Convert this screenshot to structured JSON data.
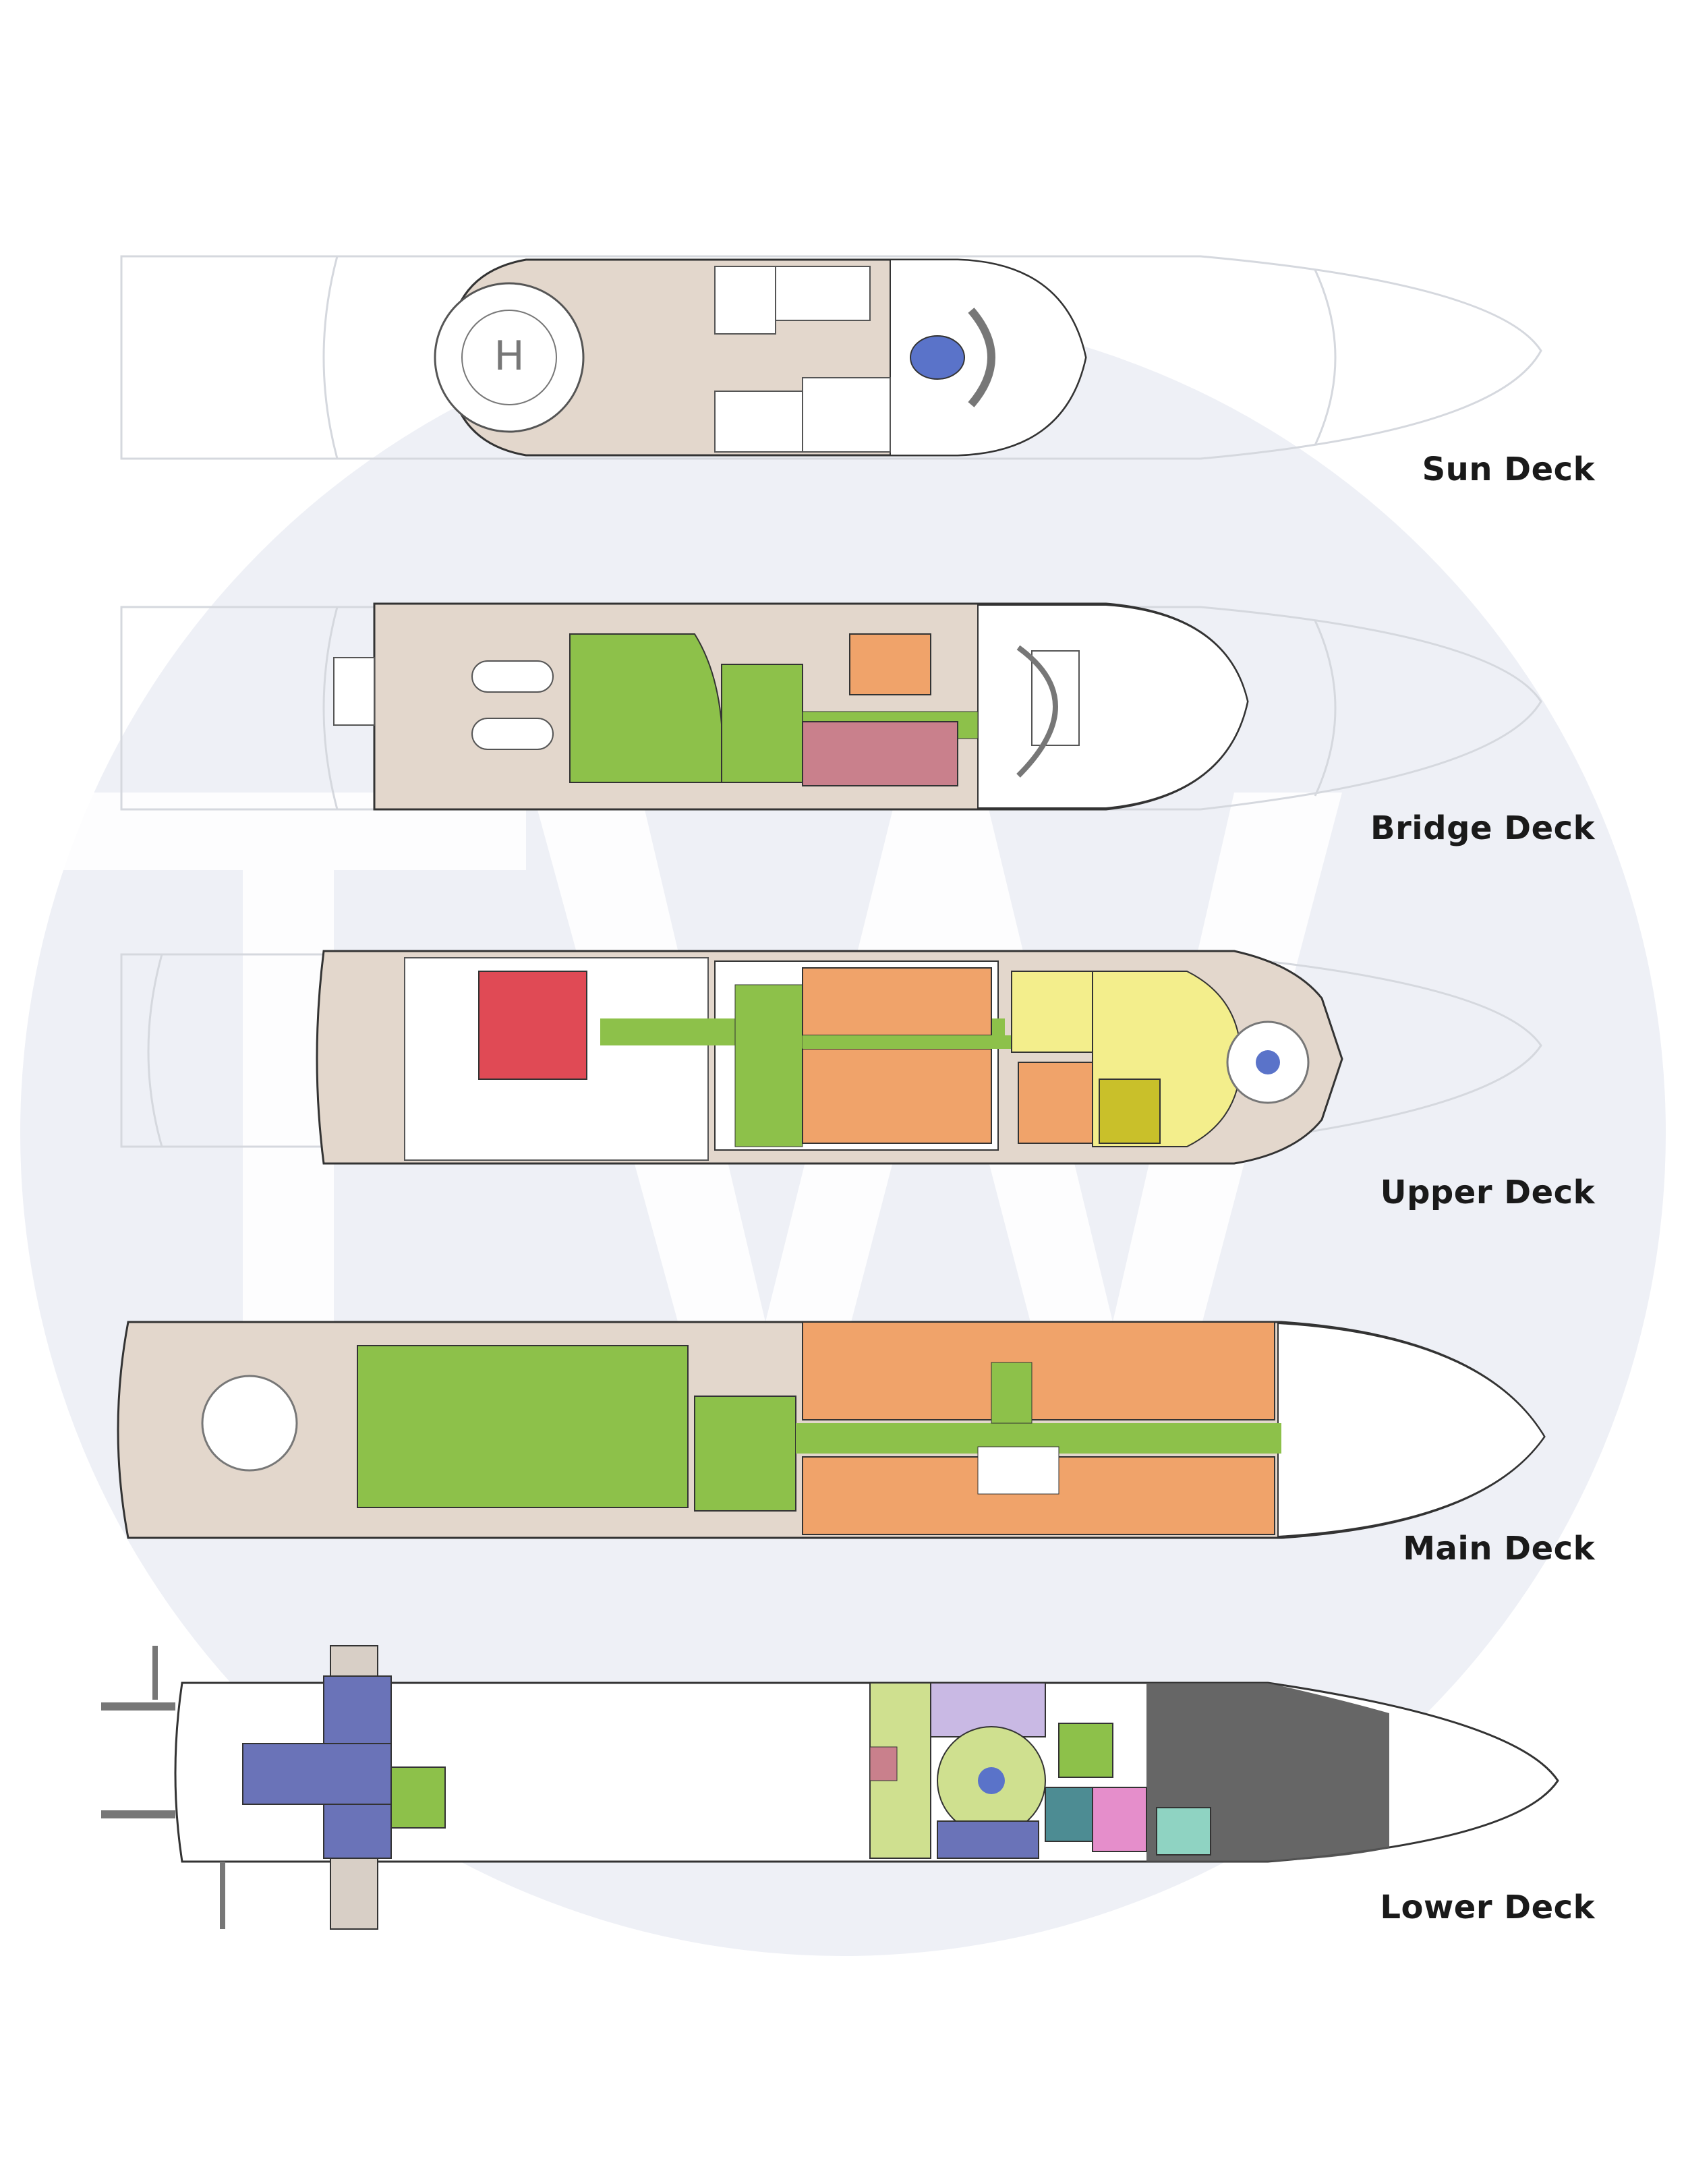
{
  "decks": [
    {
      "id": "sun",
      "label": "Sun Deck"
    },
    {
      "id": "bridge",
      "label": "Bridge Deck"
    },
    {
      "id": "upper",
      "label": "Upper Deck"
    },
    {
      "id": "main",
      "label": "Main Deck"
    },
    {
      "id": "lower",
      "label": "Lower Deck"
    }
  ],
  "colors": {
    "deck_wood": "#e3d7cc",
    "outline": "#333333",
    "ghost_outline": "#d7d9de",
    "watermark": "#eef0f6",
    "green": "#8dc14a",
    "orange": "#f0a36a",
    "rose": "#c9808c",
    "red": "#e04a55",
    "yellow": "#f3ee8c",
    "olive": "#c9c02a",
    "purple": "#6a73b8",
    "lilac": "#c9b9e4",
    "light_green": "#cfe08f",
    "pink": "#e58ecb",
    "teal": "#4d8c93",
    "mint": "#8fd3c2",
    "pool": "#5a73c9"
  }
}
